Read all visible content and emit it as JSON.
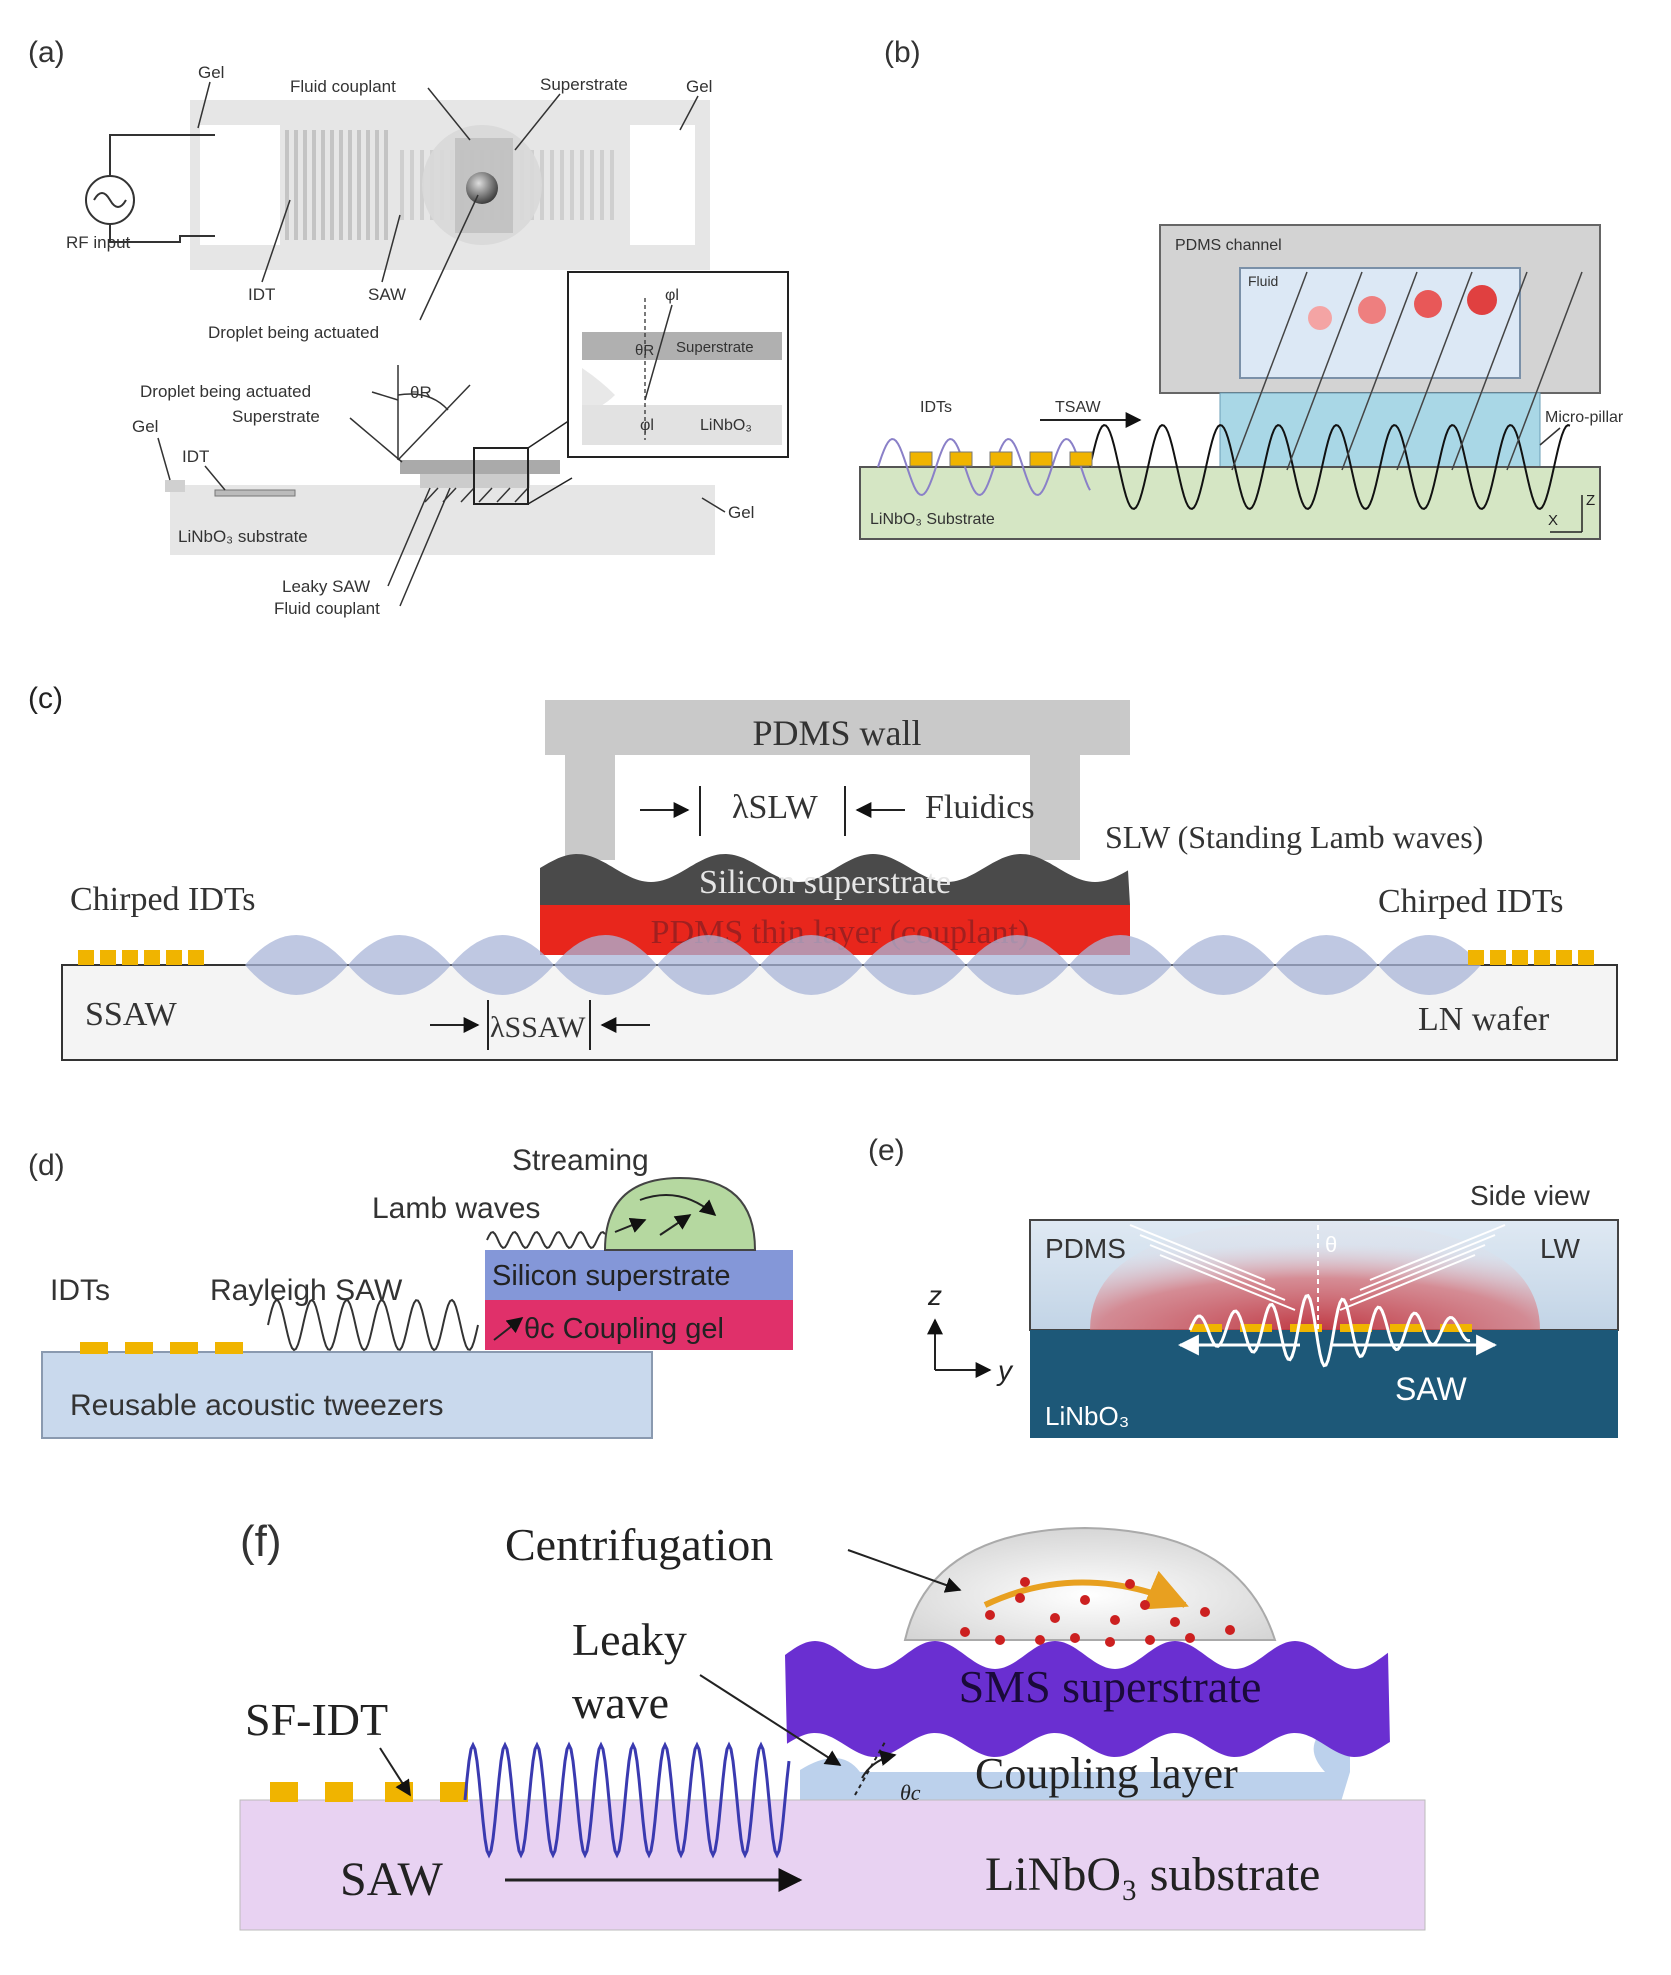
{
  "panel_a": {
    "letter": "(a)",
    "gel_left": "Gel",
    "fluid_couplant": "Fluid couplant",
    "superstrate": "Superstrate",
    "gel_right": "Gel",
    "rf_input": "RF input",
    "idt": "IDT",
    "saw": "SAW",
    "droplet_top": "Droplet being actuated",
    "droplet_side": "Droplet being actuated",
    "superstrate_side": "Superstrate",
    "theta_r": "θR",
    "gel_side_left": "Gel",
    "idt_side": "IDT",
    "gel_side_right": "Gel",
    "substrate": "LiNbO₃ substrate",
    "leaky_saw": "Leaky SAW",
    "fluid_couplant_side": "Fluid couplant",
    "inset_phi_top": "φl",
    "inset_theta": "θR",
    "inset_superstrate": "Superstrate",
    "inset_phi_bottom": "φl",
    "inset_linbo3": "LiNbO₃"
  },
  "panel_b": {
    "letter": "(b)",
    "pdms_channel": "PDMS channel",
    "fluid": "Fluid",
    "idts": "IDTs",
    "tsaw": "TSAW",
    "micro_pillar": "Micro-pillar",
    "substrate": "LiNbO₃ Substrate",
    "axis_x": "X",
    "axis_z": "Z"
  },
  "panel_c": {
    "letter": "(c)",
    "pdms_wall": "PDMS wall",
    "lambda_slw": "λSLW",
    "fluidics": "Fluidics",
    "slw": "SLW (Standing Lamb waves)",
    "silicon_superstrate": "Silicon superstrate",
    "pdms_thin_layer": "PDMS thin layer (couplant)",
    "chirped_left": "Chirped IDTs",
    "chirped_right": "Chirped IDTs",
    "ssaw": "SSAW",
    "lambda_ssaw": "λSSAW",
    "ln_wafer": "LN wafer"
  },
  "panel_d": {
    "letter": "(d)",
    "streaming": "Streaming",
    "lamb_waves": "Lamb waves",
    "idts": "IDTs",
    "rayleigh_saw": "Rayleigh SAW",
    "silicon_superstrate": "Silicon superstrate",
    "coupling_gel": "θc Coupling gel",
    "reusable": "Reusable acoustic tweezers"
  },
  "panel_e": {
    "letter": "(e)",
    "side_view": "Side view",
    "pdms": "PDMS",
    "lw": "LW",
    "theta": "θ",
    "axis_z": "z",
    "axis_y": "y",
    "saw": "SAW",
    "linbo3": "LiNbO₃"
  },
  "panel_f": {
    "letter": "(f)",
    "centrifugation": "Centrifugation",
    "leaky": "Leaky",
    "wave": "wave",
    "sms_superstrate": "SMS superstrate",
    "sf_idt": "SF-IDT",
    "coupling_layer": "Coupling layer",
    "theta_c": "θc",
    "saw": "SAW",
    "substrate": "LiNbO₃ substrate"
  },
  "colors": {
    "gold": "#f0b400",
    "pdms_red": "#e8261c",
    "silicon_dark": "#4a4a4a",
    "superstrate_blue": "#7f95d6",
    "coupling_pink": "#e0306a",
    "droplet_green": "#b5d8a0",
    "linbo3_navy": "#1d5878",
    "sms_purple": "#6a2fd1",
    "lilac": "#e8d2f2"
  }
}
